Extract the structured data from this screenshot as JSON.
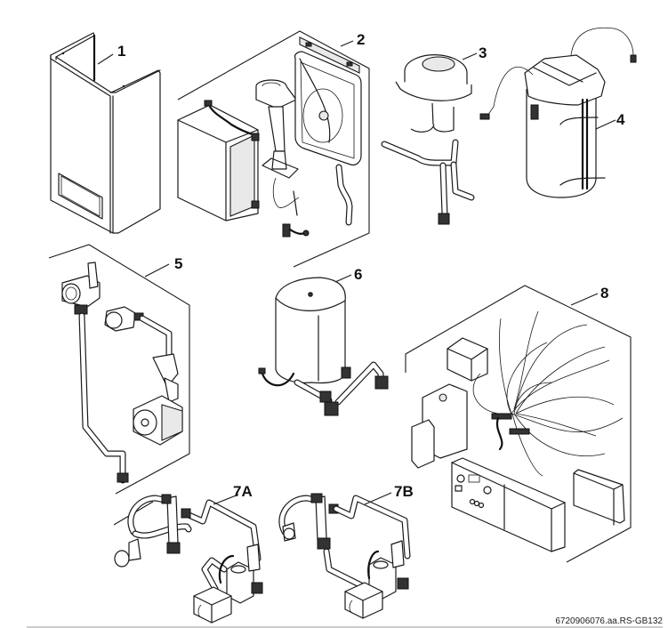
{
  "diagram": {
    "type": "exploded-parts-view",
    "reference_code": "6720906076.aa.RS-GB132",
    "parts": [
      {
        "id": "1",
        "label": "1",
        "depicts": "casing-cover"
      },
      {
        "id": "2",
        "label": "2",
        "depicts": "heat-exchanger-and-flue-assembly"
      },
      {
        "id": "3",
        "label": "3",
        "depicts": "fan-assembly"
      },
      {
        "id": "4",
        "label": "4",
        "depicts": "plate-heat-exchanger-cylinder"
      },
      {
        "id": "5",
        "label": "5",
        "depicts": "pump-and-pipework"
      },
      {
        "id": "6",
        "label": "6",
        "depicts": "expansion-vessel"
      },
      {
        "id": "7A",
        "label": "7A",
        "depicts": "hydraulic-assembly-a"
      },
      {
        "id": "7B",
        "label": "7B",
        "depicts": "hydraulic-assembly-b"
      },
      {
        "id": "8",
        "label": "8",
        "depicts": "control-electronics-and-wiring-harness"
      }
    ]
  }
}
